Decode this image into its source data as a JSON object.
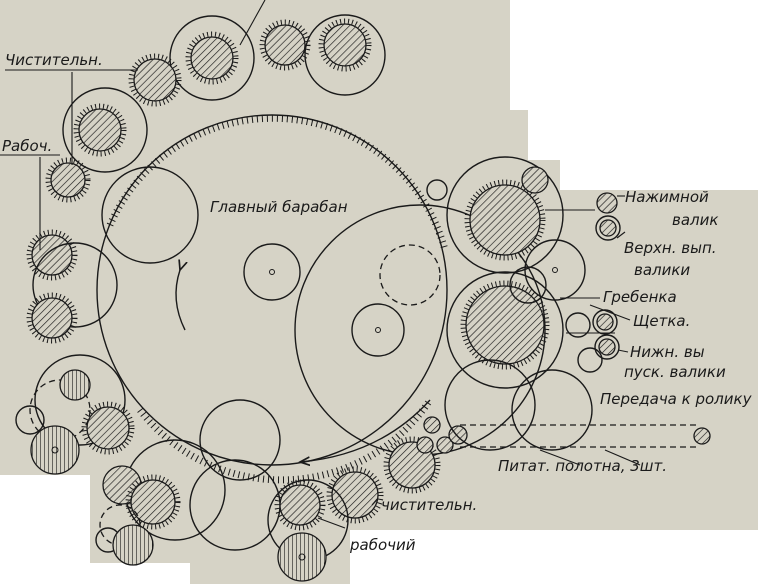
{
  "diagram": {
    "main_drum_label": "Главный барабан",
    "labels": {
      "cleaner_top": "Чистительн.",
      "worker_left": "Рабоч.",
      "press_roller_1": "Нажимной",
      "press_roller_2": "валик",
      "upper_delivery_1": "Верхн. вып.",
      "upper_delivery_2": "валики",
      "comb": "Гребенка",
      "brush": "Щетка.",
      "lower_delivery_1": "Нижн. вы",
      "lower_delivery_2": "пуск. валики",
      "transmission": "Передача к ролику",
      "feed_aprons": "Питат. полотна, 3шт.",
      "cleaner_bottom": "чистительн.",
      "worker_bottom": "рабочий"
    },
    "colors": {
      "paper": "#d6d3c6",
      "ink": "#1a1a1a"
    }
  }
}
